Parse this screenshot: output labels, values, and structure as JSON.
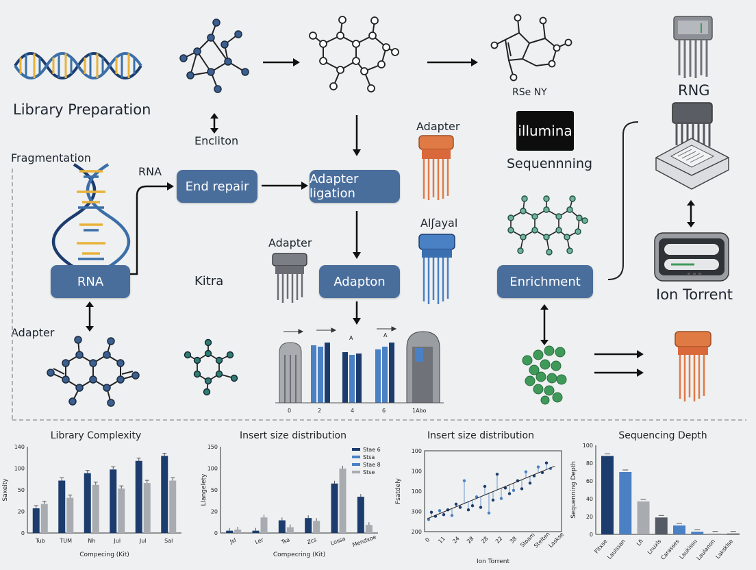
{
  "labels": {
    "library_prep": "Library Preparation",
    "fragmentation": "Fragmentation",
    "encliton": "Encliton",
    "rna_top": "RNA",
    "adapter_top": "Adapter",
    "illumina_logo": "illumina",
    "sequencing": "Sequennning",
    "rng": "RNG",
    "rse_ny": "RSe NY",
    "adapter_mid": "Adapter",
    "al_ayal": "Alʃayal",
    "kitra": "Kitra",
    "adapter_left": "Adapter",
    "ion_torrent": "Ion Torrent"
  },
  "boxes": {
    "rna": "RNA",
    "end_repair": "End repair",
    "adapter_ligation": "Adapter ligation",
    "adapton": "Adapton",
    "enrichment": "Enrichment"
  },
  "mini_chart": {
    "x_ticks": [
      "0",
      "2",
      "4",
      "6",
      "1Abo"
    ],
    "marks": [
      "A",
      "A"
    ]
  },
  "colors": {
    "box": "#4a6e9c",
    "navy": "#1d3c6e",
    "blue": "#4a80c4",
    "gray": "#a8abb0",
    "orange": "#e07a45",
    "green": "#3f9a5a"
  },
  "chart_data": [
    {
      "type": "bar",
      "title": "Library Complexity",
      "xlabel": "Compecing (Kit)",
      "ylabel": "Saxeity",
      "ylim": [
        0,
        140
      ],
      "y_ticks": [
        "0",
        "20",
        "50",
        "100",
        "140"
      ],
      "categories": [
        "Tub",
        "TUM",
        "Nh",
        "Jul",
        "Jul",
        "Sal"
      ],
      "series": [
        {
          "color": "#1d3c6e",
          "values": [
            40,
            85,
            97,
            103,
            117,
            125
          ]
        },
        {
          "color": "#a8abb0",
          "values": [
            47,
            57,
            78,
            72,
            81,
            85
          ]
        }
      ]
    },
    {
      "type": "bar",
      "title": "Insert size distribution",
      "xlabel": "Compecring (Kit)",
      "ylabel": "Llangelety",
      "ylim": [
        0,
        150
      ],
      "y_ticks": [
        "0",
        "20",
        "50",
        "100",
        "150"
      ],
      "categories": [
        "Jsl",
        "Ler",
        "Tsa",
        "Zcs",
        "Lossa",
        "Mendxoe"
      ],
      "legend": [
        "Stae 6",
        "Stsa",
        "Stae 8",
        "Stse"
      ],
      "series": [
        {
          "color": "#1d3c6e",
          "values": [
            4,
            4,
            22,
            26,
            86,
            63
          ]
        },
        {
          "color": "#a8abb0",
          "values": [
            6,
            27,
            10,
            21,
            112,
            14
          ]
        }
      ]
    },
    {
      "type": "scatter",
      "title": "Insert size distribution",
      "xlabel": "Ion Torrent",
      "ylabel": "Fsatdely",
      "y_ticks": [
        "100",
        "100",
        "100",
        "300",
        "200"
      ],
      "x_ticks": [
        "0",
        "11",
        "24",
        "28",
        "28",
        "22",
        "38",
        "Stoam",
        "Steiten",
        "Laskse"
      ],
      "xlim": [
        0,
        10
      ],
      "ylim": [
        0,
        10
      ],
      "points": [
        [
          0.3,
          1.5
        ],
        [
          0.5,
          2.4
        ],
        [
          0.8,
          1.9
        ],
        [
          1.1,
          2.6
        ],
        [
          1.4,
          2.1
        ],
        [
          1.7,
          2.7
        ],
        [
          2.0,
          2.0
        ],
        [
          2.3,
          3.4
        ],
        [
          2.6,
          3.0
        ],
        [
          2.9,
          6.3
        ],
        [
          3.2,
          2.7
        ],
        [
          3.5,
          3.2
        ],
        [
          3.8,
          4.3
        ],
        [
          4.1,
          3.0
        ],
        [
          4.4,
          5.6
        ],
        [
          4.7,
          2.3
        ],
        [
          5.0,
          3.9
        ],
        [
          5.3,
          7.1
        ],
        [
          5.6,
          4.1
        ],
        [
          5.9,
          5.4
        ],
        [
          6.2,
          4.7
        ],
        [
          6.5,
          5.1
        ],
        [
          6.8,
          6.3
        ],
        [
          7.1,
          5.3
        ],
        [
          7.4,
          7.4
        ],
        [
          7.7,
          6.0
        ],
        [
          8.0,
          6.9
        ],
        [
          8.3,
          8.0
        ],
        [
          8.6,
          7.3
        ],
        [
          8.9,
          8.5
        ],
        [
          9.2,
          7.8
        ]
      ],
      "trend": [
        [
          0.2,
          1.6
        ],
        [
          9.5,
          8.1
        ]
      ]
    },
    {
      "type": "bar",
      "title": "Sequencing Depth",
      "xlabel": "",
      "ylabel": "Sequenning Depth",
      "ylim": [
        0,
        100
      ],
      "y_ticks": [
        "0",
        "20",
        "40",
        "60",
        "80",
        "100"
      ],
      "categories": [
        "Fltxse",
        "Laulssan",
        "Lfi",
        "Lnuxls",
        "Carasses",
        "Laukissu",
        "Laulanon",
        "Laksklse"
      ],
      "values": [
        88,
        70,
        37,
        19,
        10,
        3,
        1,
        1
      ],
      "colors": [
        "#1d3c6e",
        "#4a80c4",
        "#a8abb0",
        "#555b64",
        "#4a80c4",
        "#4a80c4",
        "#a8abb0",
        "#555b64"
      ]
    }
  ]
}
